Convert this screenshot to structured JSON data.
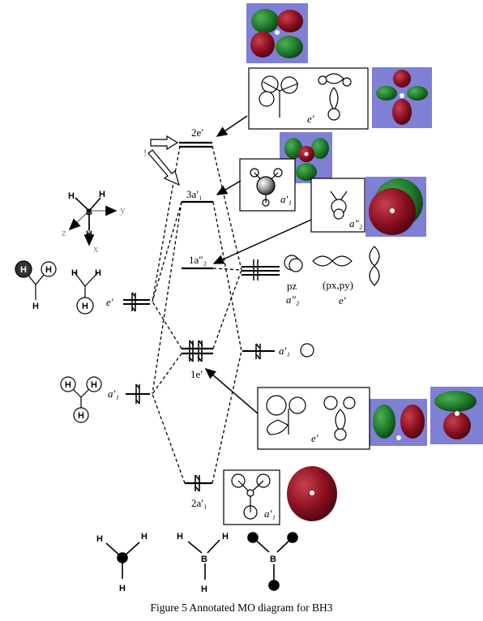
{
  "figure": {
    "caption": "Figure 5 Annotated MO diagram for BH3",
    "colors": {
      "mo_background": "#7f7fd6",
      "lobe_red": "#8a1020",
      "lobe_green": "#1e7a2a",
      "line": "#000000"
    }
  },
  "mo_levels": {
    "2e_prime": "2e′",
    "3a1_prime": "3a′₁",
    "1a2_dprime": "1a″₂",
    "1e_prime": "1e′",
    "2a1_prime": "2a′₁"
  },
  "h3_fragment": {
    "e_prime": "e′",
    "a1_prime": "a′₁"
  },
  "boron_orbitals": {
    "pz": "pz",
    "pz_sym": "a″₂",
    "pxpy": "(px,py)",
    "pxpy_sym": "e′",
    "s_sym": "a′₁"
  },
  "orbital_box_labels": {
    "box_2e": "e′",
    "box_3a1": "a′₁",
    "box_1a2": "a″₂",
    "box_1e": "e′",
    "box_2a1": "a′₁"
  },
  "axes": {
    "x": "x",
    "y": "y",
    "z": "z"
  },
  "atoms": {
    "hydrogen": "H",
    "boron": "B"
  },
  "misc_mark": "!"
}
